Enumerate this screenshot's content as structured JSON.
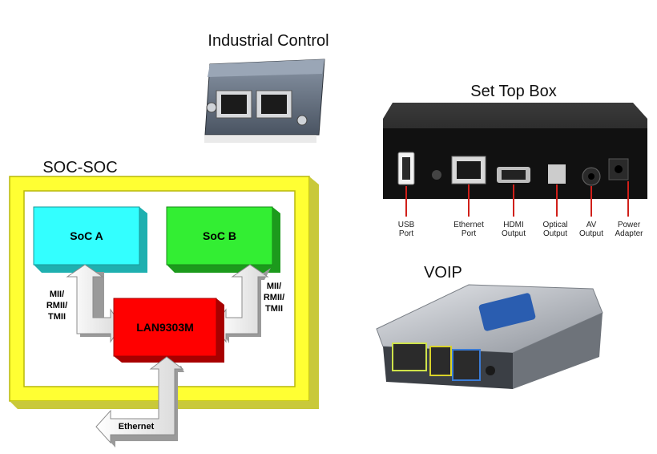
{
  "titles": {
    "industrial": "Industrial Control",
    "settop": "Set Top Box",
    "soc": "SOC-SOC",
    "voip": "VOIP"
  },
  "soc_diagram": {
    "soc_a": "SoC A",
    "soc_b": "SoC B",
    "switch": "LAN9303M",
    "left_link": [
      "MII/",
      "RMII/",
      "TMII"
    ],
    "right_link": [
      "MII/",
      "RMII/",
      "TMII"
    ],
    "ethernet": "Ethernet",
    "colors": {
      "frame": "#ffff33",
      "soc_a": "#33ffff",
      "soc_b": "#33ee33",
      "switch": "#ff0000"
    }
  },
  "settop_ports": [
    [
      "USB",
      "Port"
    ],
    [
      "Ethernet",
      "Port"
    ],
    [
      "HDMI",
      "Output"
    ],
    [
      "Optical",
      "Output"
    ],
    [
      "AV",
      "Output"
    ],
    [
      "Power",
      "Adapter"
    ]
  ]
}
